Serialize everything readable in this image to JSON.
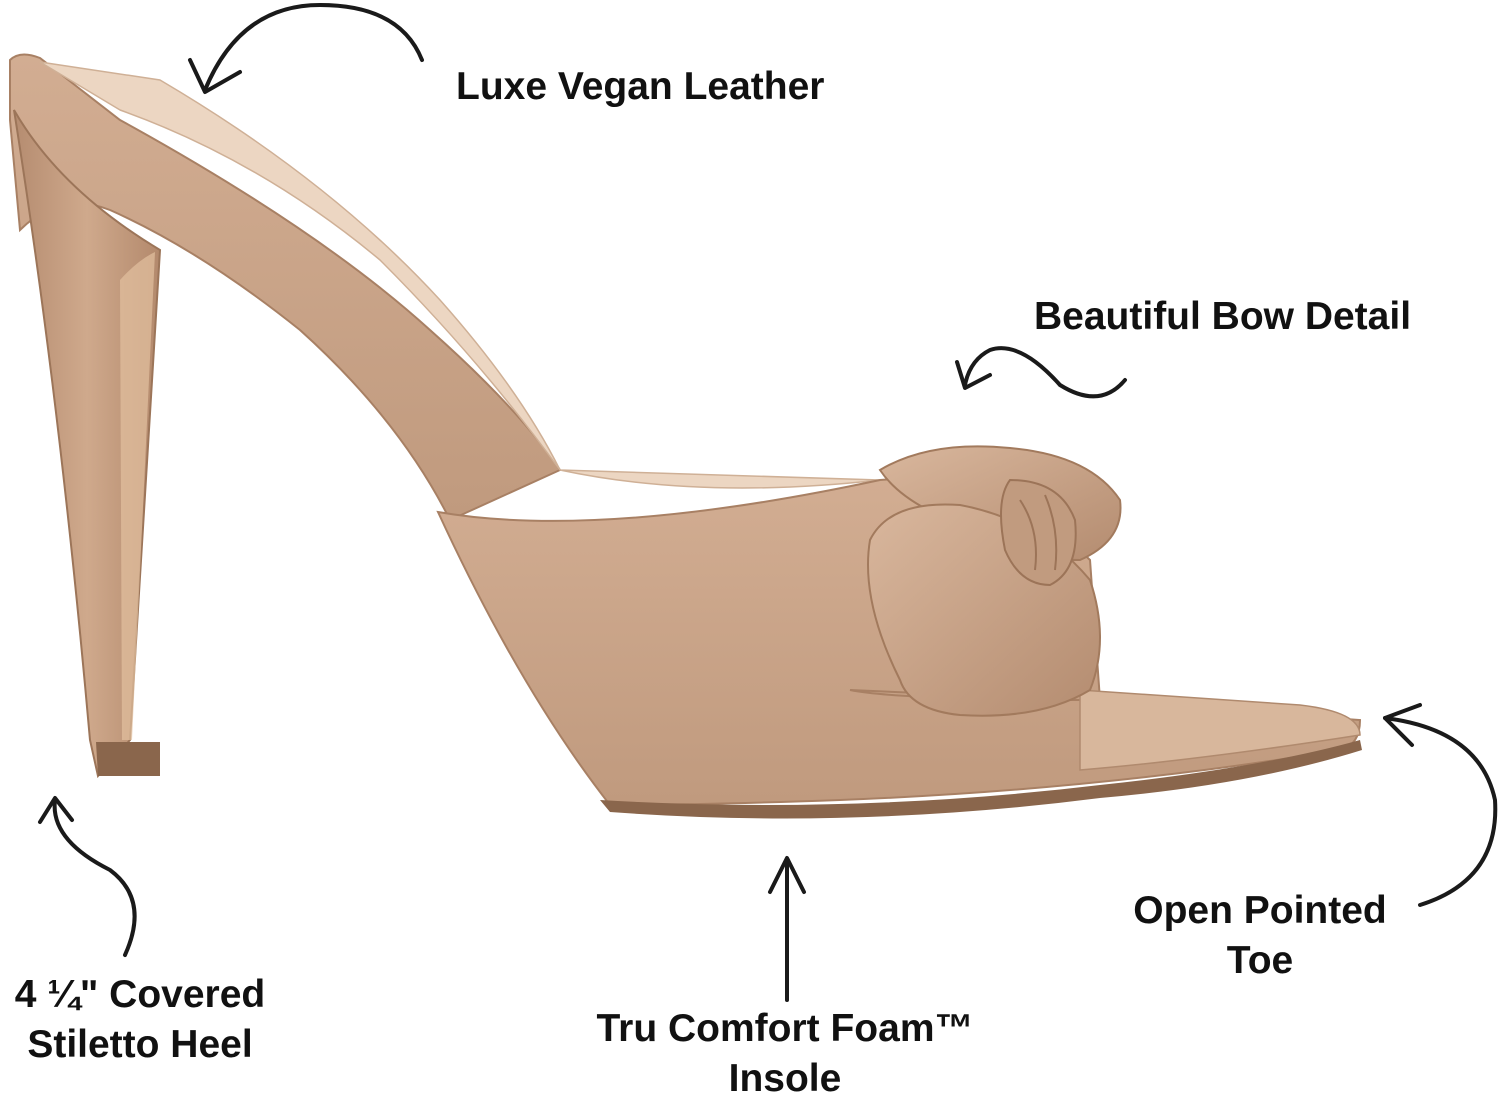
{
  "image": {
    "subject": "shoe-illustration",
    "colors": {
      "background": "#ffffff",
      "leather": "#c9a184",
      "leather_dark": "#a87f63",
      "leather_light": "#e2c7b0",
      "insole": "#ecd6c2",
      "sole_edge": "#8a664c",
      "text": "#111111",
      "arrow": "#1a1a1a"
    }
  },
  "callouts": {
    "leather": {
      "text": "Luxe Vegan Leather"
    },
    "bow": {
      "text": "Beautiful Bow Detail"
    },
    "toe": {
      "line1": "Open Pointed",
      "line2": "Toe"
    },
    "insole": {
      "line1": "Tru Comfort Foam™",
      "line2": "Insole"
    },
    "heel": {
      "line1": "4 ¼\" Covered",
      "line2": "Stiletto Heel"
    }
  }
}
